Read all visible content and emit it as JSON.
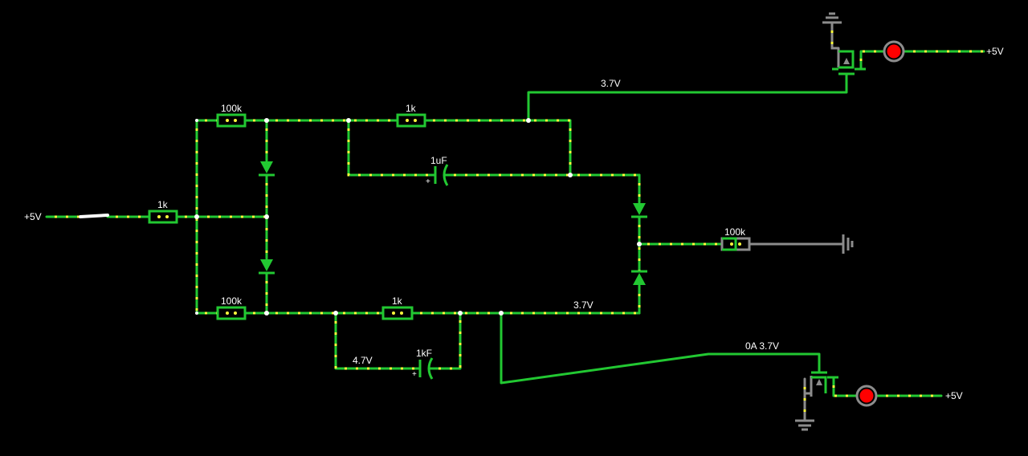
{
  "labels": {
    "supply_left": "+5V",
    "supply_top": "+5V",
    "supply_bottom": "+5V",
    "r_input": "1k",
    "r_top_left": "100k",
    "r_bottom_left": "100k",
    "r_top_mid": "1k",
    "r_bottom_mid": "1k",
    "r_output": "100k",
    "c_top": "1uF",
    "c_bottom": "1kF",
    "v_top_wire": "3.7V",
    "v_bottom_wire": "3.7V",
    "v_cap_bottom": "4.7V",
    "v_mosfet_bottom": "0A 3.7V",
    "cap_plus_top": "+",
    "cap_plus_bottom": "+"
  },
  "colors": {
    "wire": "#22c832",
    "current_dots": "#ffff3c",
    "inactive": "#8c8c8c",
    "lamp": "#ff0000",
    "node": "#ffffff",
    "background": "#000000"
  },
  "icons": {
    "ground": "ground-icon",
    "lamp": "lamp-icon",
    "diode": "diode-icon",
    "capacitor": "capacitor-icon",
    "mosfet": "mosfet-icon",
    "switch": "switch-icon"
  }
}
